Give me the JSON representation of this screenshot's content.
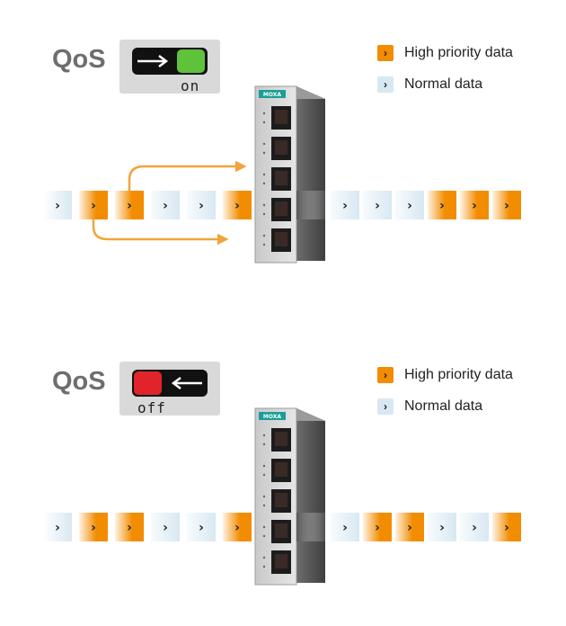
{
  "panels": [
    {
      "id": "qos-on",
      "qos_label": "QoS",
      "toggle_state": "on",
      "incoming_stream": [
        "normal",
        "high",
        "high",
        "normal",
        "normal",
        "high"
      ],
      "outgoing_stream": [
        "normal",
        "normal",
        "normal",
        "high",
        "high",
        "high"
      ]
    },
    {
      "id": "qos-off",
      "qos_label": "QoS",
      "toggle_state": "off",
      "incoming_stream": [
        "normal",
        "high",
        "high",
        "normal",
        "normal",
        "high"
      ],
      "outgoing_stream": [
        "normal",
        "high",
        "high",
        "normal",
        "normal",
        "high"
      ]
    }
  ],
  "legend": {
    "high": "High priority data",
    "normal": "Normal data"
  },
  "switch_brand": "MOXA",
  "colors": {
    "high": "#f28c00",
    "normal": "#d8e8f2",
    "toggle_on": "#5ec23a",
    "toggle_off": "#e0242a",
    "arrow": "#f2a33a"
  }
}
